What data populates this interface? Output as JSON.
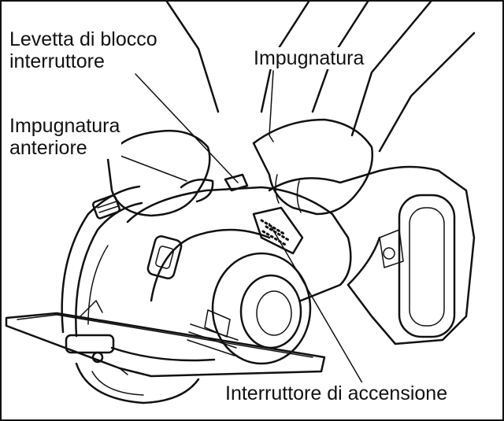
{
  "labels": {
    "lock_lever": [
      "Levetta di blocco",
      "interruttore"
    ],
    "handle": "Impugnatura",
    "front_handle": [
      "Impugnatura",
      "anteriore"
    ],
    "power_switch": "Interruttore di accensione"
  },
  "colors": {
    "line": "#111111",
    "background": "#ffffff",
    "border": "#111111"
  }
}
